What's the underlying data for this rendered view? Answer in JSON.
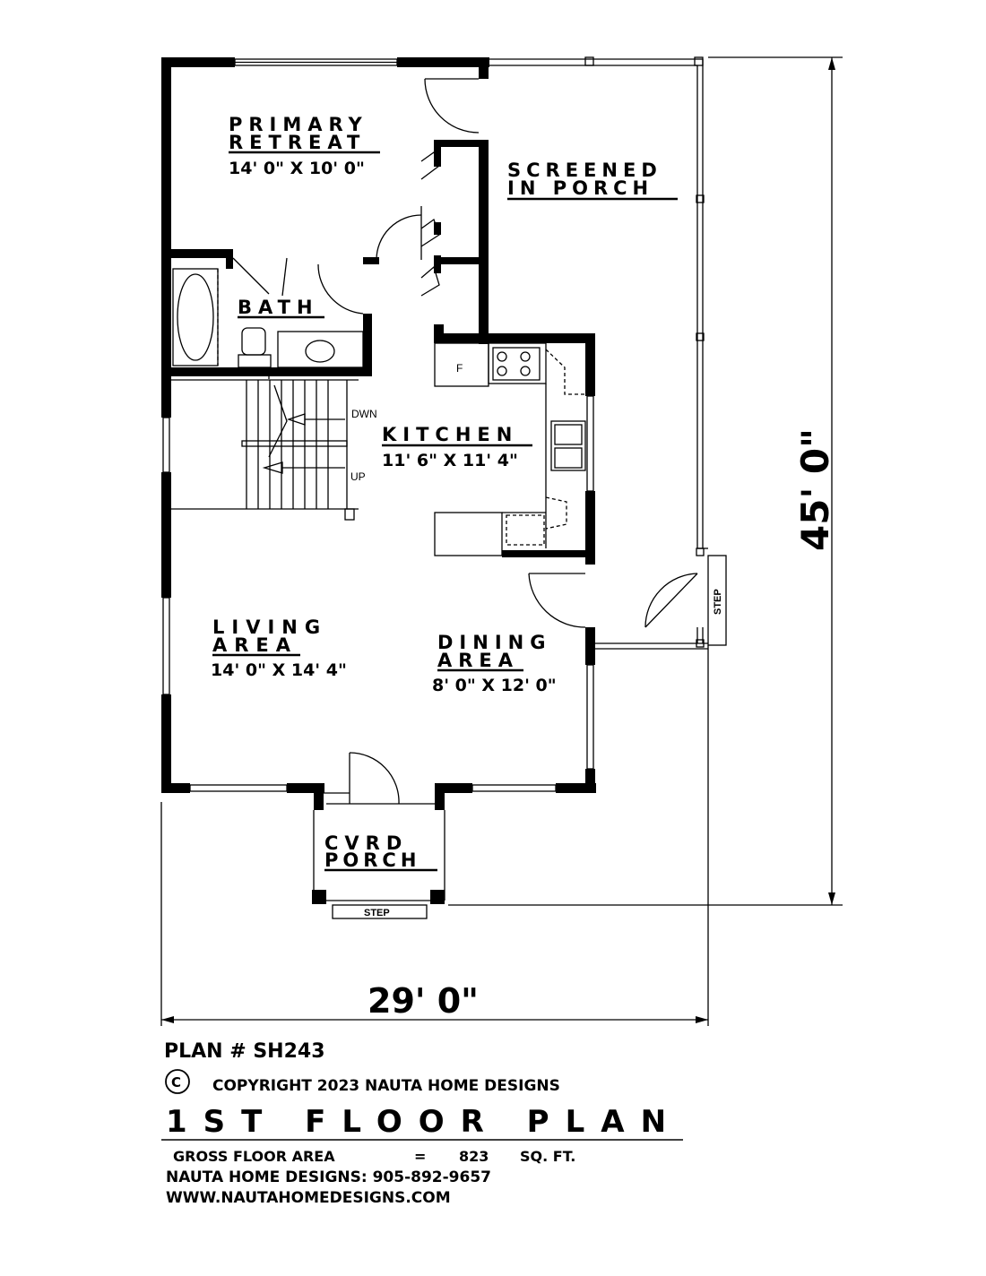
{
  "rooms": {
    "primary_retreat": {
      "line1": "PRIMARY",
      "line2": "RETREAT",
      "size": "14' 0\" X 10' 0\""
    },
    "screened_porch": {
      "line1": "SCREENED",
      "line2": "IN PORCH"
    },
    "bath": {
      "name": "BATH"
    },
    "kitchen": {
      "name": "KITCHEN",
      "size": "11' 6\" X 11' 4\""
    },
    "living_area": {
      "line1": "LIVING",
      "line2": "AREA",
      "size": "14' 0\" X 14' 4\""
    },
    "dining_area": {
      "line1": "DINING",
      "line2": "AREA",
      "size": "8' 0\" X 12' 0\""
    },
    "cvrd_porch": {
      "line1": "CVRD",
      "line2": "PORCH"
    }
  },
  "labels": {
    "stair_down": "DWN",
    "stair_up": "UP",
    "fridge": "F",
    "step_front": "STEP",
    "step_side": "STEP"
  },
  "dimensions": {
    "width": "29' 0\"",
    "depth": "45' 0\""
  },
  "footer": {
    "plan_number": "PLAN # SH243",
    "copyright_symbol": "C",
    "copyright": "COPYRIGHT 2023 NAUTA HOME DESIGNS",
    "title": "1ST FLOOR PLAN",
    "gross_area_label": "GROSS  FLOOR AREA",
    "gross_area_eq": "=",
    "gross_area_value": "823",
    "gross_area_unit": "SQ. FT.",
    "phone": "NAUTA HOME DESIGNS:  905-892-9657",
    "website": "WWW.NAUTAHOMEDESIGNS.COM"
  }
}
